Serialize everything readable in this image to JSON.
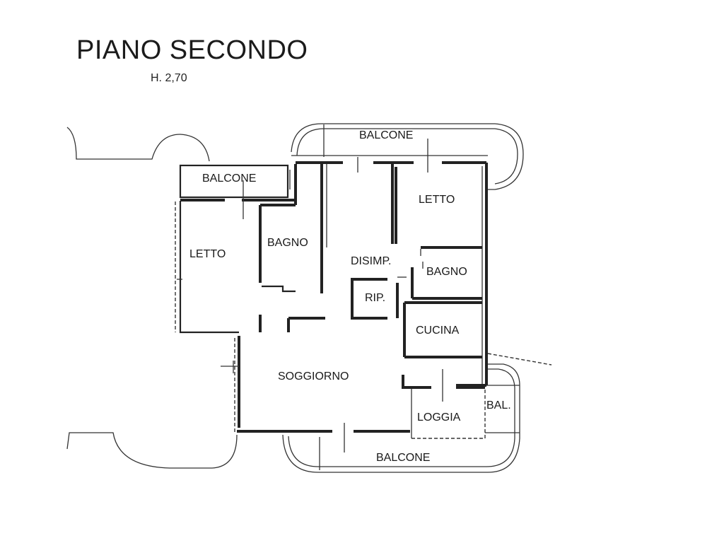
{
  "header": {
    "title": "PIANO SECONDO",
    "height_note": "H. 2,70"
  },
  "rooms": {
    "balcone_top": "BALCONE",
    "balcone_left": "BALCONE",
    "letto_right": "LETTO",
    "letto_left": "LETTO",
    "bagno_left": "BAGNO",
    "disimpegno": "DISIMP.",
    "bagno_right": "BAGNO",
    "ripostiglio": "RIP.",
    "cucina": "CUCINA",
    "soggiorno": "SOGGIORNO",
    "loggia": "LOGGIA",
    "bal_small": "BAL.",
    "balcone_bottom": "BALCONE"
  }
}
